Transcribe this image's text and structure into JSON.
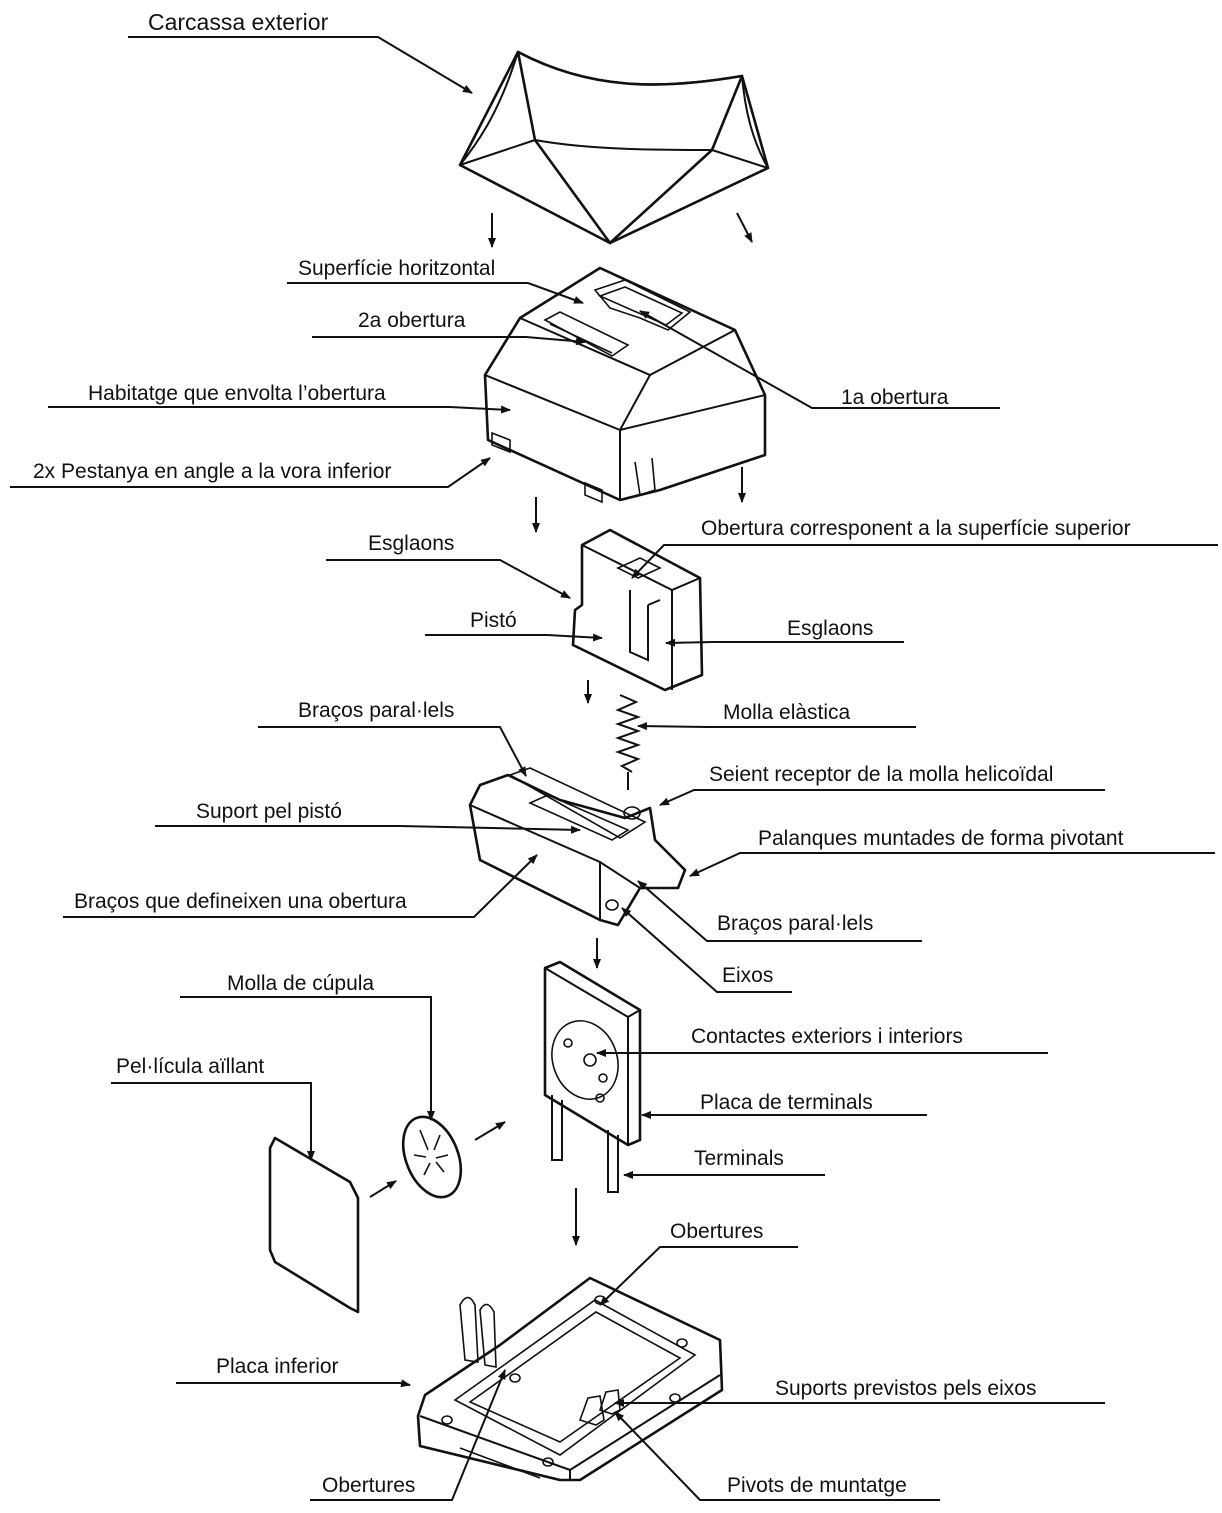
{
  "colors": {
    "ink": "#111111",
    "background": "#ffffff"
  },
  "labels": {
    "outer_shell": "Carcassa exterior",
    "horizontal_surface": "Superfície horitzontal",
    "second_opening": "2a obertura",
    "first_opening": "1a obertura",
    "housing": "Habitatge que envolta l’obertura",
    "tabs": "2x Pestanya en angle a la vora inferior",
    "steps_left": "Esglaons",
    "top_opening": "Obertura corresponent a la superfície superior",
    "plunger": "Pistó",
    "steps_right": "Esglaons",
    "parallel_arms_top": "Braços paral·lels",
    "elastic_spring": "Molla elàstica",
    "spring_seat": "Seient receptor de la molla helicoïdal",
    "plunger_support": "Suport pel pistó",
    "pivot_levers": "Palanques muntades de forma pivotant",
    "opening_arms": "Braços que defineixen una obertura",
    "parallel_arms_bottom": "Braços paral·lels",
    "axles": "Eixos",
    "dome_spring": "Molla de cúpula",
    "contacts": "Contactes exteriors i interiors",
    "insulating_film": "Pel·lícula aïllant",
    "terminal_plate": "Placa de terminals",
    "terminals": "Terminals",
    "openings_top": "Obertures",
    "bottom_plate": "Placa inferior",
    "axle_supports": "Suports previstos pels eixos",
    "openings_bottom": "Obertures",
    "mounting_pivots": "Pivots de muntatge"
  }
}
